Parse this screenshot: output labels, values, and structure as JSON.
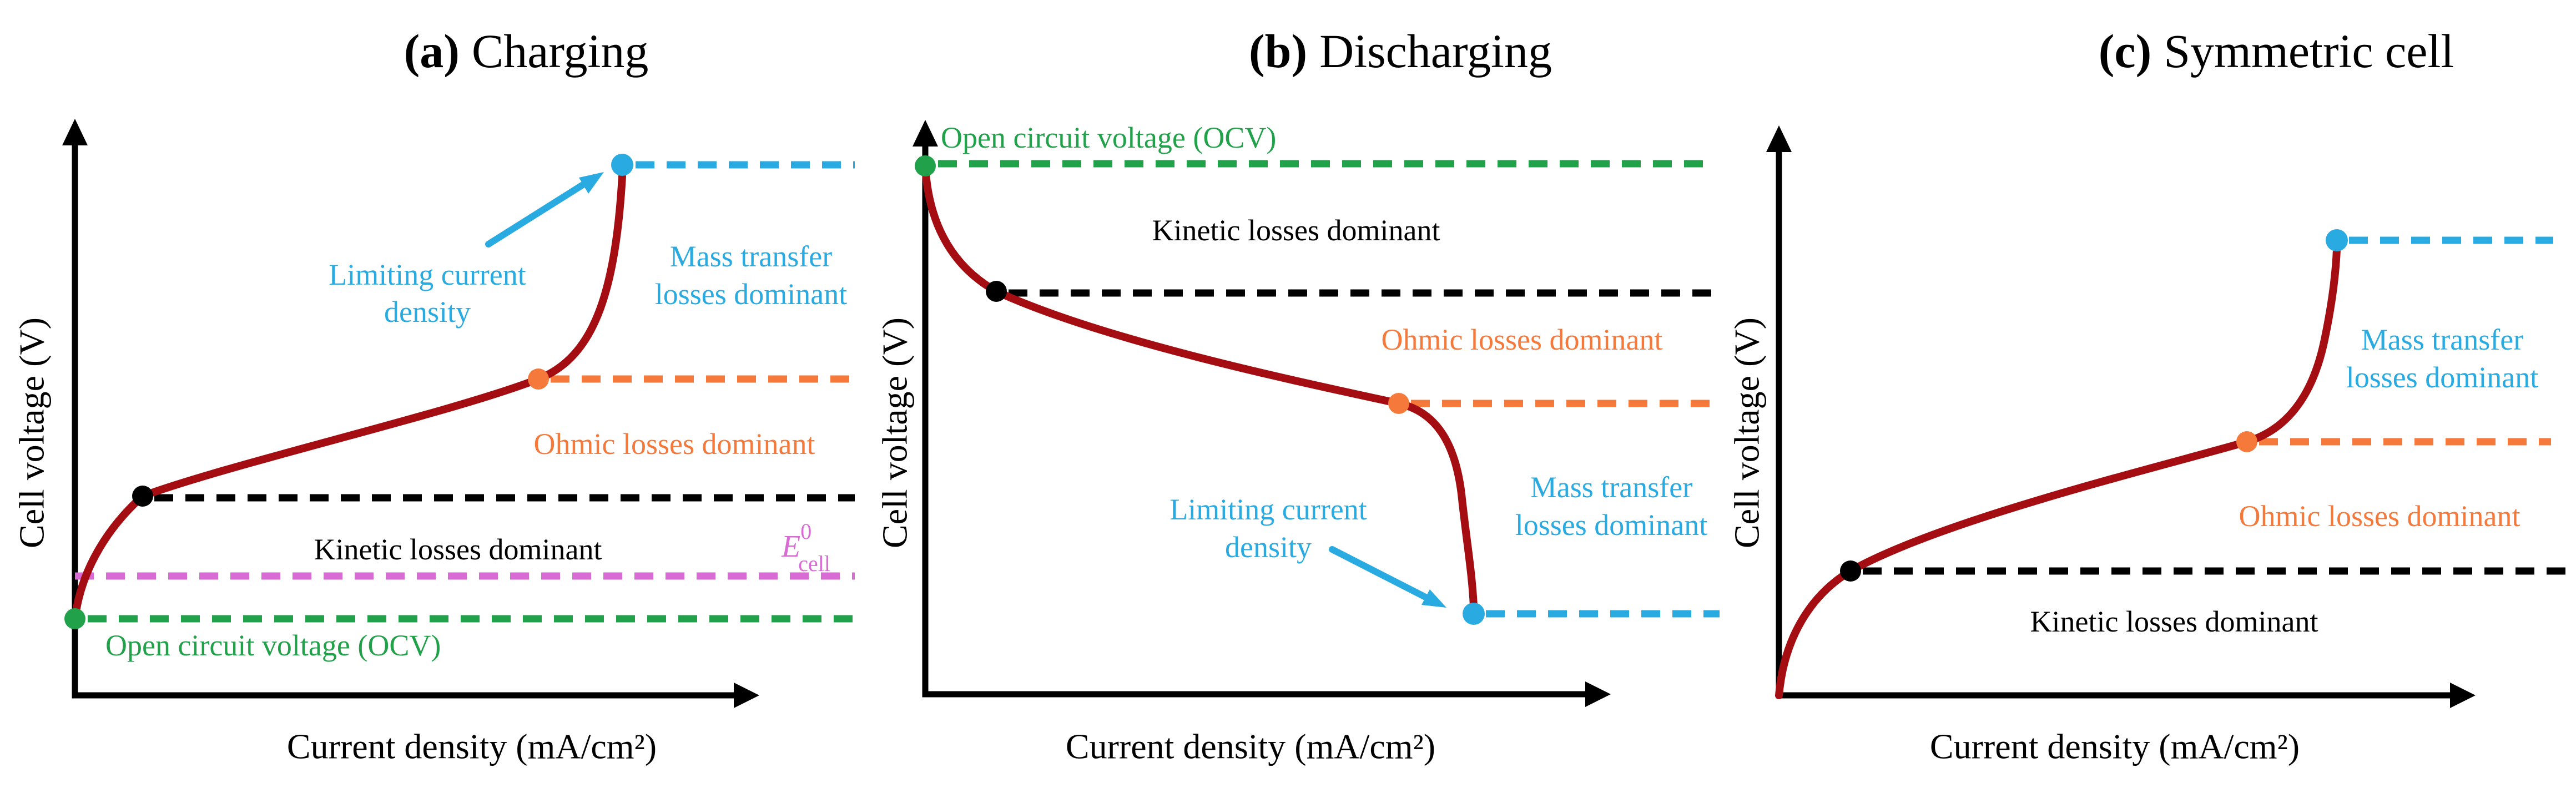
{
  "colors": {
    "curve": "#A40E12",
    "blue": "#29ABE2",
    "orange": "#F4793B",
    "green": "#22A14B",
    "magenta": "#D96BD4",
    "black": "#000000"
  },
  "a": {
    "title_prefix": "(a)",
    "title_rest": "Charging",
    "ylabel": "Cell voltage (V)",
    "xlabel": "Current density (mA/cm²)",
    "limiting_line1": "Limiting current",
    "limiting_line2": "density",
    "mass_line1": "Mass transfer",
    "mass_line2": "losses dominant",
    "ohmic": "Ohmic losses dominant",
    "kinetic": "Kinetic losses dominant",
    "ocv": "Open circuit voltage (OCV)",
    "e0_base": "E",
    "e0_sup": "0",
    "e0_sub": "cell"
  },
  "b": {
    "title_prefix": "(b)",
    "title_rest": "Discharging",
    "ylabel": "Cell voltage (V)",
    "xlabel": "Current density (mA/cm²)",
    "ocv": "Open circuit voltage (OCV)",
    "kinetic": "Kinetic losses dominant",
    "ohmic": "Ohmic losses dominant",
    "mass_line1": "Mass transfer",
    "mass_line2": "losses dominant",
    "limiting_line1": "Limiting current",
    "limiting_line2": "density"
  },
  "c": {
    "title_prefix": "(c)",
    "title_rest": "Symmetric cell",
    "ylabel": "Cell voltage (V)",
    "xlabel": "Current density (mA/cm²)",
    "mass_line1": "Mass transfer",
    "mass_line2": "losses dominant",
    "ohmic": "Ohmic losses dominant",
    "kinetic": "Kinetic losses dominant"
  },
  "chart_data": [
    {
      "type": "line",
      "title": "(a) Charging",
      "xlabel": "Current density (mA/cm²)",
      "ylabel": "Cell voltage (V)",
      "axes_numeric": false,
      "grid": false,
      "legend": false,
      "x_range_norm": [
        0,
        1
      ],
      "y_range_norm": [
        0,
        1
      ],
      "series": [
        {
          "name": "charging polarization curve",
          "color": "#A40E12",
          "points_norm": [
            [
              0.0,
              0.14
            ],
            [
              0.03,
              0.26
            ],
            [
              0.12,
              0.36
            ],
            [
              0.3,
              0.44
            ],
            [
              0.5,
              0.51
            ],
            [
              0.68,
              0.58
            ],
            [
              0.76,
              0.65
            ],
            [
              0.79,
              0.76
            ],
            [
              0.8,
              0.97
            ]
          ]
        }
      ],
      "markers": [
        {
          "label": "Open circuit voltage (OCV)",
          "color": "#22A14B",
          "xy_norm": [
            0.0,
            0.14
          ]
        },
        {
          "label": "kinetic-to-ohmic transition",
          "color": "#000000",
          "xy_norm": [
            0.12,
            0.36
          ]
        },
        {
          "label": "ohmic-to-mass-transfer transition",
          "color": "#F4793B",
          "xy_norm": [
            0.68,
            0.58
          ]
        },
        {
          "label": "Limiting current density",
          "color": "#29ABE2",
          "xy_norm": [
            0.8,
            0.97
          ]
        }
      ],
      "reference_lines": [
        {
          "label": "E⁰cell (standard cell potential)",
          "color": "#D96BD4",
          "y_norm": 0.215
        }
      ],
      "regions": [
        "Kinetic losses dominant",
        "Ohmic losses dominant",
        "Mass transfer losses dominant"
      ]
    },
    {
      "type": "line",
      "title": "(b) Discharging",
      "xlabel": "Current density (mA/cm²)",
      "ylabel": "Cell voltage (V)",
      "axes_numeric": false,
      "grid": false,
      "legend": false,
      "x_range_norm": [
        0,
        1
      ],
      "y_range_norm": [
        0,
        1
      ],
      "series": [
        {
          "name": "discharging polarization curve",
          "color": "#A40E12",
          "points_norm": [
            [
              0.0,
              0.965
            ],
            [
              0.03,
              0.85
            ],
            [
              0.1,
              0.735
            ],
            [
              0.3,
              0.65
            ],
            [
              0.5,
              0.57
            ],
            [
              0.69,
              0.53
            ],
            [
              0.77,
              0.45
            ],
            [
              0.79,
              0.3
            ],
            [
              0.8,
              0.15
            ]
          ]
        }
      ],
      "markers": [
        {
          "label": "Open circuit voltage (OCV)",
          "color": "#22A14B",
          "xy_norm": [
            0.0,
            0.965
          ]
        },
        {
          "label": "kinetic-to-ohmic transition",
          "color": "#000000",
          "xy_norm": [
            0.1,
            0.735
          ]
        },
        {
          "label": "ohmic-to-mass-transfer transition",
          "color": "#F4793B",
          "xy_norm": [
            0.69,
            0.53
          ]
        },
        {
          "label": "Limiting current density",
          "color": "#29ABE2",
          "xy_norm": [
            0.8,
            0.15
          ]
        }
      ],
      "reference_lines": [],
      "regions": [
        "Kinetic losses dominant",
        "Ohmic losses dominant",
        "Mass transfer losses dominant"
      ]
    },
    {
      "type": "line",
      "title": "(c) Symmetric cell",
      "xlabel": "Current density (mA/cm²)",
      "ylabel": "Cell voltage (V)",
      "axes_numeric": false,
      "grid": false,
      "legend": false,
      "x_range_norm": [
        0,
        1
      ],
      "y_range_norm": [
        0,
        1
      ],
      "series": [
        {
          "name": "symmetric cell polarization curve",
          "color": "#A40E12",
          "points_norm": [
            [
              0.0,
              0.0
            ],
            [
              0.03,
              0.12
            ],
            [
              0.105,
              0.225
            ],
            [
              0.3,
              0.32
            ],
            [
              0.5,
              0.4
            ],
            [
              0.69,
              0.46
            ],
            [
              0.78,
              0.55
            ],
            [
              0.81,
              0.68
            ],
            [
              0.82,
              0.83
            ]
          ]
        }
      ],
      "markers": [
        {
          "label": "kinetic-to-ohmic transition",
          "color": "#000000",
          "xy_norm": [
            0.105,
            0.225
          ]
        },
        {
          "label": "ohmic-to-mass-transfer transition",
          "color": "#F4793B",
          "xy_norm": [
            0.69,
            0.46
          ]
        },
        {
          "label": "limiting current density point",
          "color": "#29ABE2",
          "xy_norm": [
            0.82,
            0.83
          ]
        }
      ],
      "reference_lines": [],
      "regions": [
        "Kinetic losses dominant",
        "Ohmic losses dominant",
        "Mass transfer losses dominant"
      ]
    }
  ]
}
